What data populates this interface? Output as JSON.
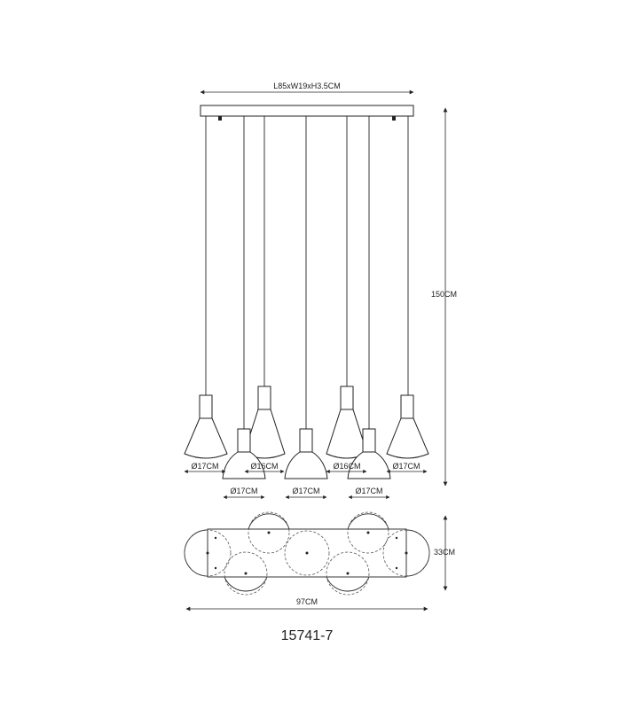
{
  "dimensions": {
    "canopy": "L85xW19xH3.5CM",
    "height": "150CM",
    "depth": "33CM",
    "width": "97CM"
  },
  "shades": [
    {
      "id": 1,
      "diameter": "Ø17CM"
    },
    {
      "id": 2,
      "diameter": "Ø17CM"
    },
    {
      "id": 3,
      "diameter": "Ø16CM"
    },
    {
      "id": 4,
      "diameter": "Ø17CM"
    },
    {
      "id": 5,
      "diameter": "Ø16CM"
    },
    {
      "id": 6,
      "diameter": "Ø17CM"
    },
    {
      "id": 7,
      "diameter": "Ø17CM"
    }
  ],
  "model_number": "15741-7",
  "colors": {
    "line": "#222222",
    "dashed": "#555555",
    "background": "#ffffff"
  }
}
